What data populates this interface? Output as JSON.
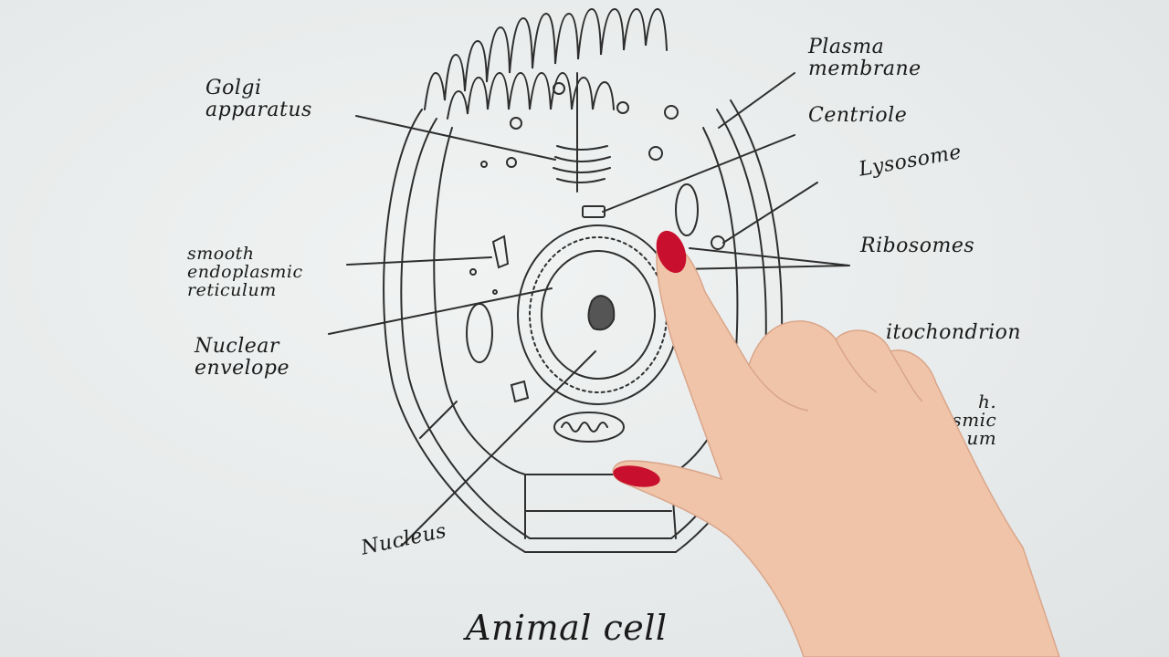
{
  "diagram": {
    "title": "Animal cell",
    "labels_left": [
      {
        "id": "golgi",
        "text": "Golgi\napparatus"
      },
      {
        "id": "ser",
        "text": "smooth\nendoplasmic\nreticulum"
      },
      {
        "id": "nuclear-envelope",
        "text": "Nuclear\nenvelope"
      },
      {
        "id": "nucleus",
        "text": "Nucleus"
      }
    ],
    "labels_right": [
      {
        "id": "plasma-membrane",
        "text": "Plasma\nmembrane"
      },
      {
        "id": "centriole",
        "text": "Centriole"
      },
      {
        "id": "lysosome",
        "text": "Lysosome"
      },
      {
        "id": "ribosomes",
        "text": "Ribosomes"
      },
      {
        "id": "mitochondrion",
        "text": "itochondrion"
      },
      {
        "id": "rer",
        "text": "h.\nasmic\num"
      }
    ]
  },
  "colors": {
    "paper": "#eceff0",
    "pencil": "#2a2a2a",
    "skin": "#f2c9b0",
    "nail": "#c8102e"
  }
}
